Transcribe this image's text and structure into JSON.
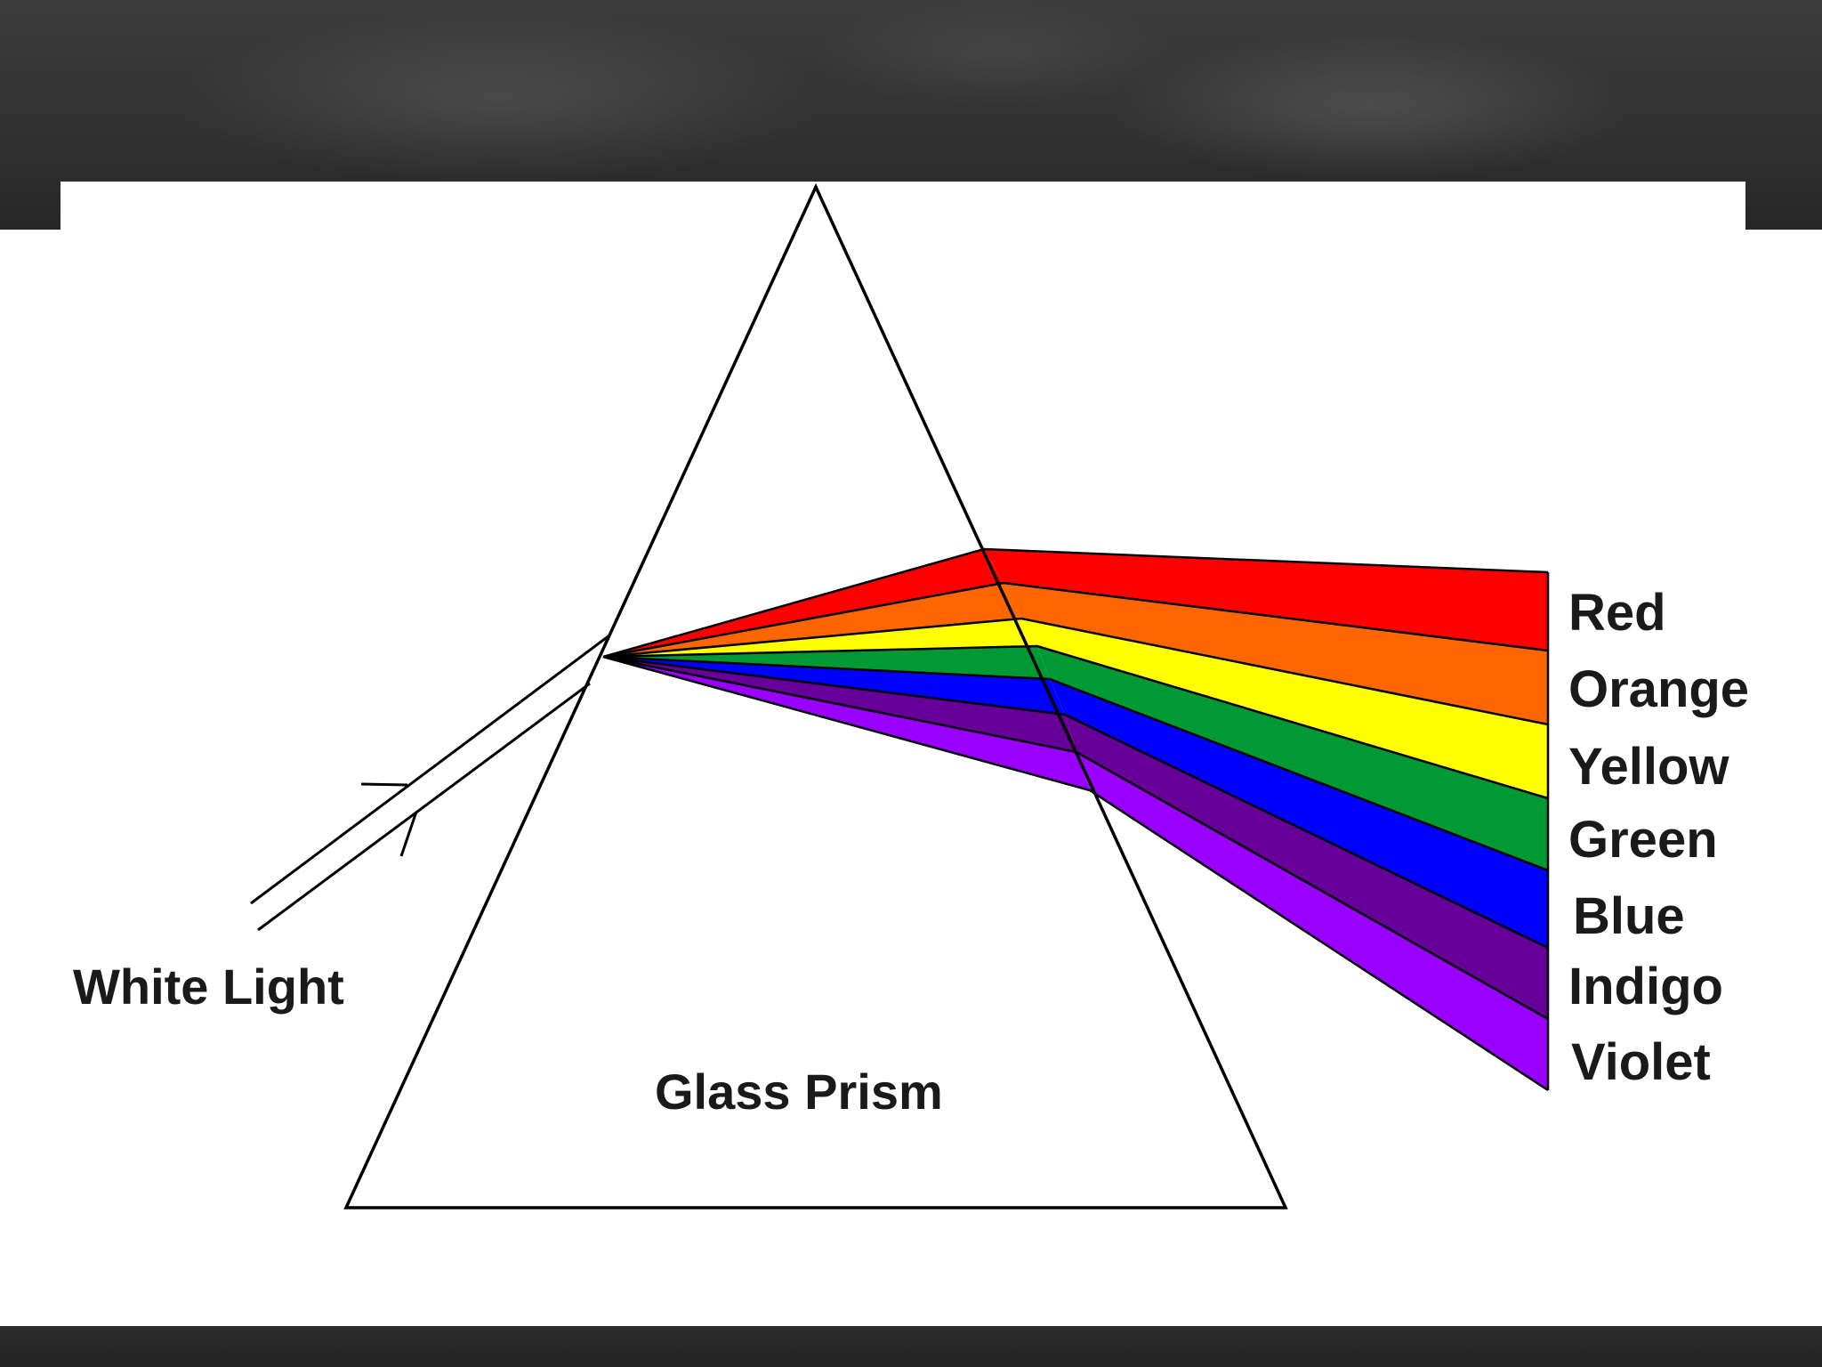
{
  "labels": {
    "white_light": "White Light",
    "glass_prism": "Glass Prism"
  },
  "spectrum": [
    {
      "name": "Red",
      "color": "#ff0000"
    },
    {
      "name": "Orange",
      "color": "#ff6600"
    },
    {
      "name": "Yellow",
      "color": "#ffff00"
    },
    {
      "name": "Green",
      "color": "#009933"
    },
    {
      "name": "Blue",
      "color": "#0000ff"
    },
    {
      "name": "Indigo",
      "color": "#660099"
    },
    {
      "name": "Violet",
      "color": "#9900ff"
    }
  ],
  "colors": {
    "background_dark": "#2a2a2a",
    "diagram_bg": "#ffffff",
    "outline": "#000000"
  }
}
